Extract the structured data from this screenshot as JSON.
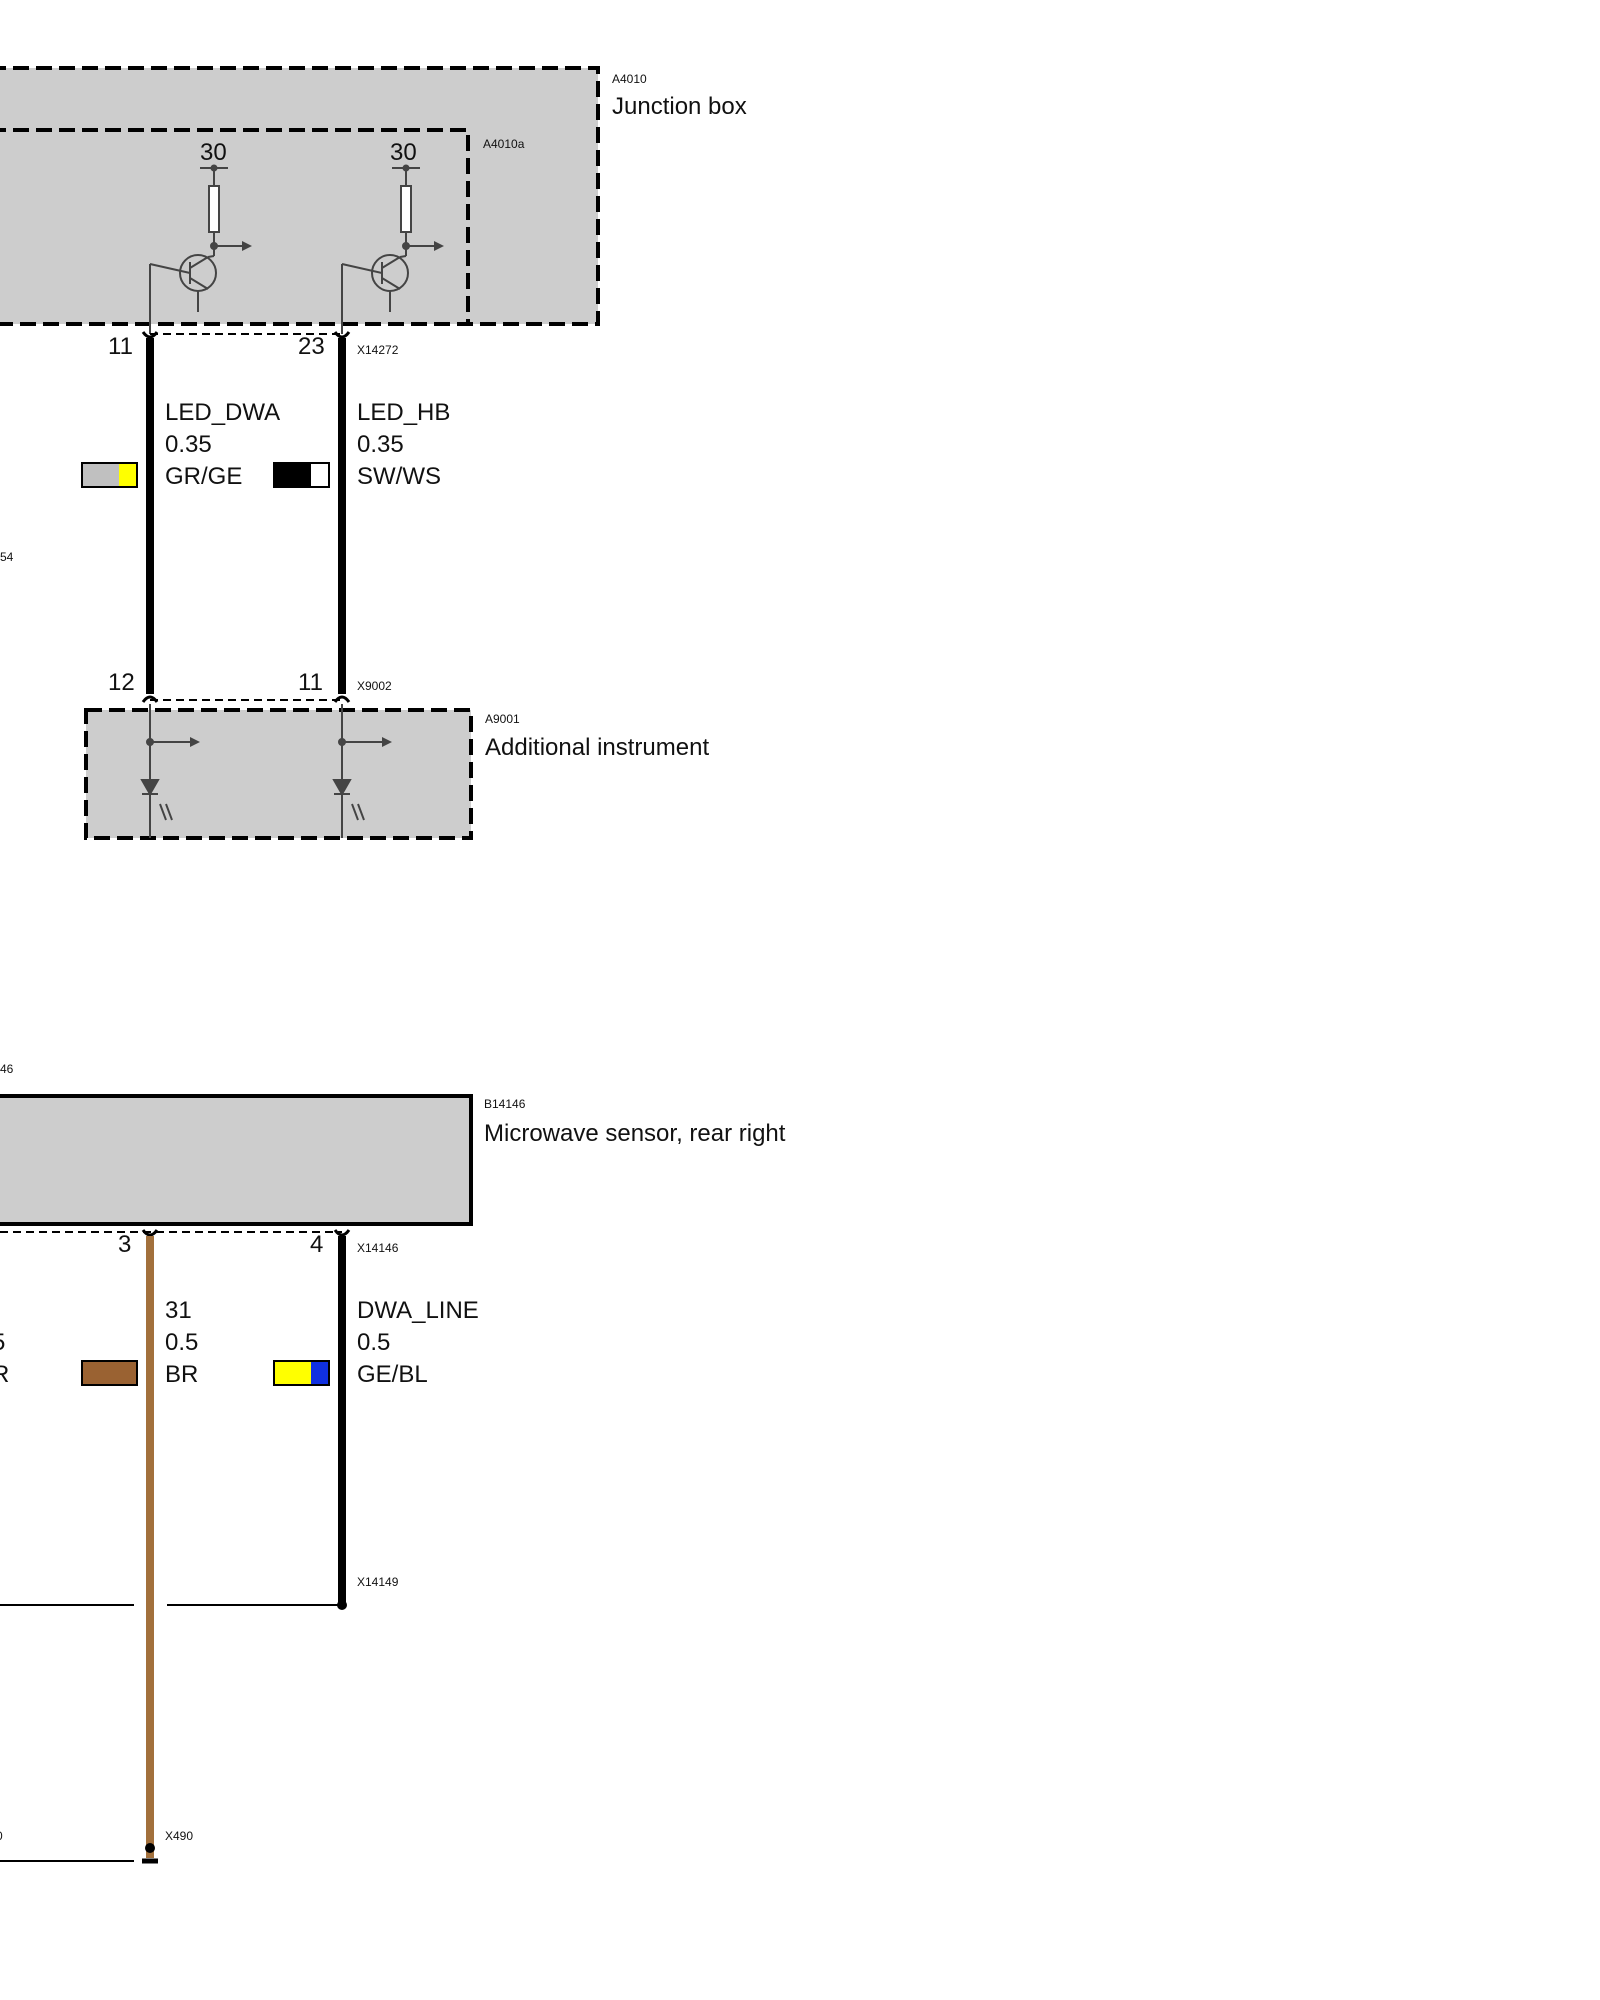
{
  "components": {
    "a4010": {
      "id": "A4010",
      "name": "Junction box"
    },
    "a4010a": {
      "id": "A4010a",
      "terminal_left": "30",
      "terminal_right": "30"
    },
    "a9001": {
      "id": "A9001",
      "name": "Additional instrument"
    },
    "b14146": {
      "id": "B14146",
      "name": "Microwave sensor, rear right"
    }
  },
  "connectors": {
    "x14272": "X14272",
    "x9002": "X9002",
    "x14146": "X14146",
    "x14149": "X14149",
    "x490": "X490"
  },
  "pins": {
    "jb_left": "11",
    "jb_right": "23",
    "inst_left": "12",
    "inst_right": "11",
    "sensor_left": "3",
    "sensor_right": "4"
  },
  "wires": {
    "led_dwa": {
      "signal": "LED_DWA",
      "gauge": "0.35",
      "color": "GR/GE",
      "swatch": [
        "#c0c0c0",
        "#ffff00"
      ]
    },
    "led_hb": {
      "signal": "LED_HB",
      "gauge": "0.35",
      "color": "SW/WS",
      "swatch": [
        "#000000",
        "#ffffff"
      ]
    },
    "ground": {
      "signal": "31",
      "gauge": "0.5",
      "color": "BR",
      "swatch": [
        "#9a6232"
      ],
      "stroke": "#a2703c"
    },
    "dwa_line": {
      "signal": "DWA_LINE",
      "gauge": "0.5",
      "color": "GE/BL",
      "swatch": [
        "#ffff00",
        "#1030e0"
      ]
    }
  },
  "cut_off": {
    "left_upper": "54",
    "left_mid": "46",
    "left_gauge": "5",
    "left_color": "R",
    "left_bottom": "0"
  },
  "colors": {
    "housing_fill": "#cdcdcd",
    "line": "#000000",
    "symbol": "#444444"
  }
}
